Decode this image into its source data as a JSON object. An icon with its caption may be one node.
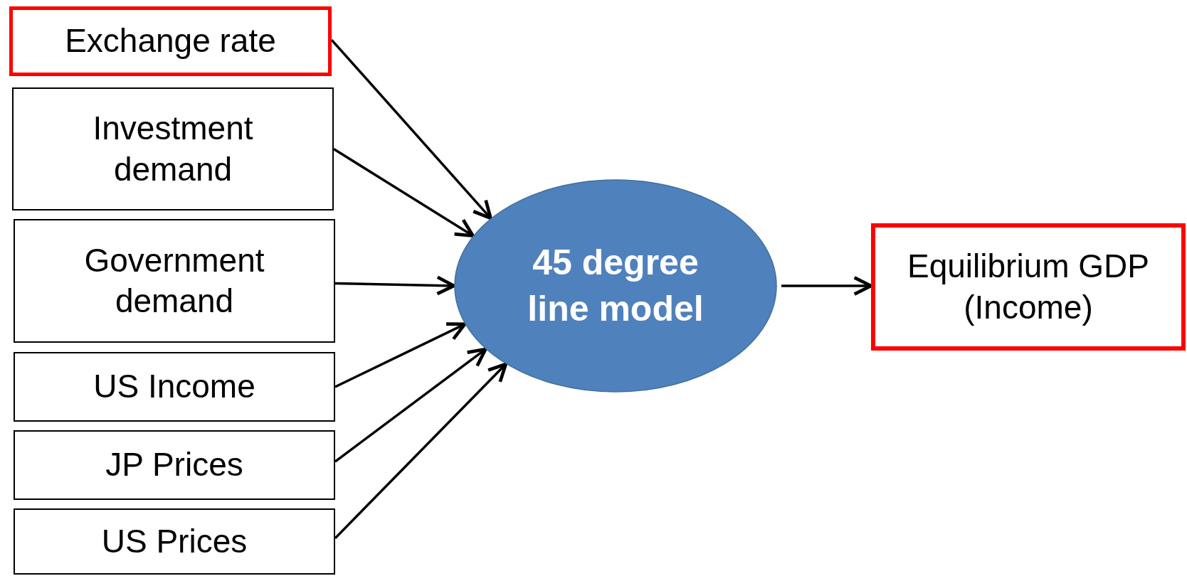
{
  "diagram": {
    "nodes": [
      {
        "text": [
          "Exchange rate"
        ]
      },
      {
        "text": [
          "Investment demand"
        ]
      },
      {
        "text": [
          "Government demand"
        ]
      },
      {
        "text": [
          "US Income"
        ]
      },
      {
        "text": [
          "JP Prices"
        ]
      },
      {
        "text": [
          "US Prices"
        ]
      },
      {
        "text": [
          "45 degree line model"
        ]
      },
      {
        "text": [
          "Equilibrium GDP (Income)"
        ]
      }
    ],
    "edges": [
      {
        "from": 0,
        "to": 6,
        "arrow": "to"
      },
      {
        "from": 1,
        "to": 6,
        "arrow": "to"
      },
      {
        "from": 2,
        "to": 6,
        "arrow": "to"
      },
      {
        "from": 3,
        "to": 6,
        "arrow": "to"
      },
      {
        "from": 4,
        "to": 6,
        "arrow": "to"
      },
      {
        "from": 5,
        "to": 6,
        "arrow": "to"
      },
      {
        "from": 6,
        "to": 7,
        "arrow": "to"
      }
    ]
  }
}
